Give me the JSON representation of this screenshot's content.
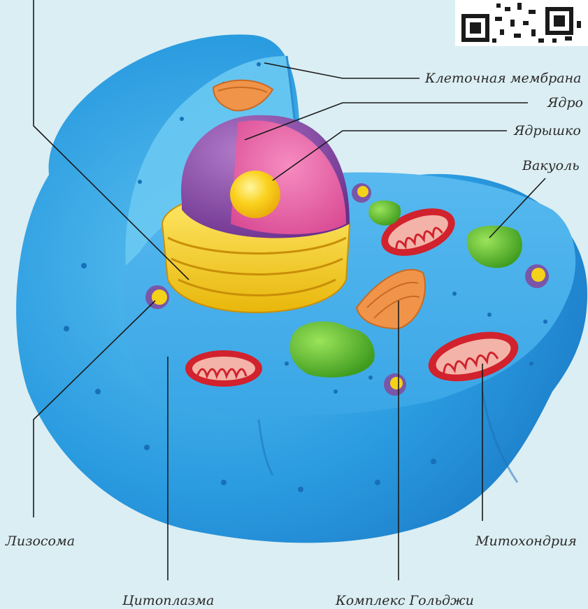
{
  "labels": {
    "cell_membrane": "Клеточная мембрана",
    "nucleus": "Ядро",
    "nucleolus": "Ядрышко",
    "vacuole": "Вакуоль",
    "lysosome": "Лизосома",
    "mitochondrion": "Митохондрия",
    "cytoplasm": "Цитоплазма",
    "golgi": "Комплекс Гольджи"
  },
  "colors": {
    "background": "#dbeef3",
    "cell_dark": "#1f8fd6",
    "cell_light": "#5cc2ef",
    "nucleus_envelope": "#8b4aa8",
    "nucleoplasm": "#e965a6",
    "nucleolus": "#f5d21f",
    "er": "#f2c613",
    "mitochondria": "#d1222d",
    "golgi": "#ef9449",
    "vacuole": "#5fbf2e",
    "lysosome": "#7a56a8"
  },
  "icons": {
    "qr": "qr-code-icon"
  }
}
